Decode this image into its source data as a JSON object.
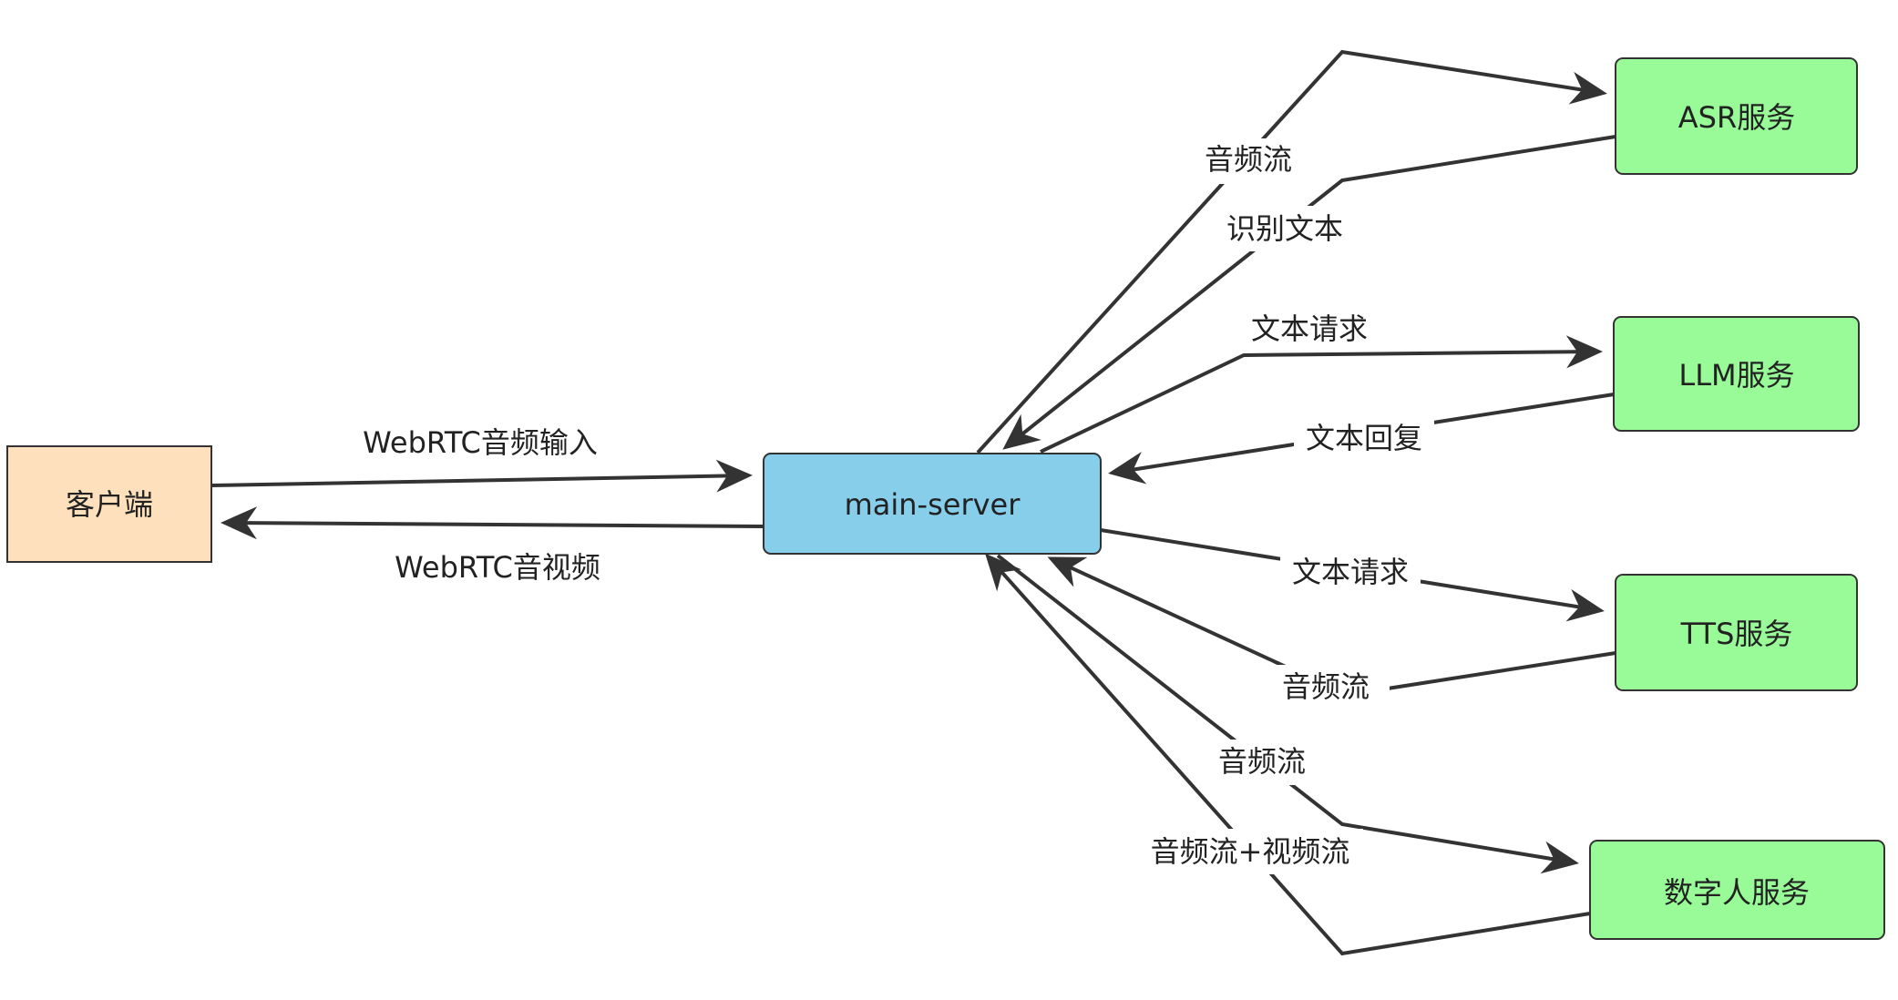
{
  "nodes": {
    "client": {
      "label": "客户端",
      "fill": "#ffe0bd",
      "stroke": "#333333"
    },
    "main_server": {
      "label": "main-server",
      "fill": "#87ceeb",
      "stroke": "#333333"
    },
    "asr": {
      "label": "ASR服务",
      "fill": "#98fb98",
      "stroke": "#333333"
    },
    "llm": {
      "label": "LLM服务",
      "fill": "#98fb98",
      "stroke": "#333333"
    },
    "tts": {
      "label": "TTS服务",
      "fill": "#98fb98",
      "stroke": "#333333"
    },
    "avatar": {
      "label": "数字人服务",
      "fill": "#98fb98",
      "stroke": "#333333"
    }
  },
  "edges": {
    "client_to_server": "WebRTC音频输入",
    "server_to_client": "WebRTC音视频",
    "server_to_asr": "音频流",
    "asr_to_server": "识别文本",
    "server_to_llm": "文本请求",
    "llm_to_server": "文本回复",
    "server_to_tts": "文本请求",
    "tts_to_server": "音频流",
    "server_to_avatar": "音频流",
    "avatar_to_server": "音频流+视频流"
  },
  "colors": {
    "edge": "#333333"
  }
}
